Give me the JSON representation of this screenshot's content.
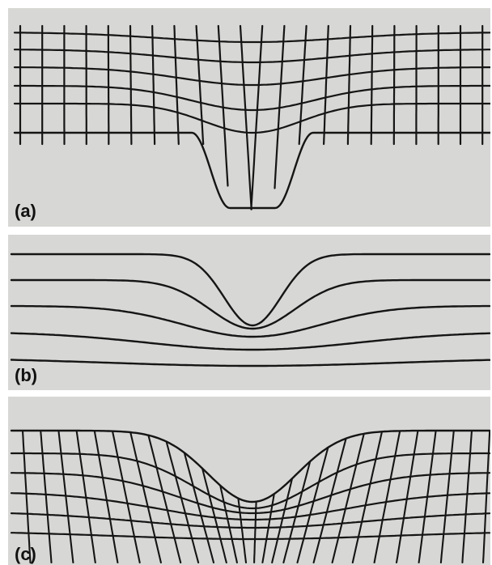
{
  "panels": [
    {
      "id": "a",
      "label": "(a)"
    },
    {
      "id": "b",
      "label": "(b)"
    },
    {
      "id": "c",
      "label": "(c)"
    }
  ],
  "colors": {
    "background": "#d7d7d5",
    "line": "#151515",
    "page": "#ffffff"
  }
}
